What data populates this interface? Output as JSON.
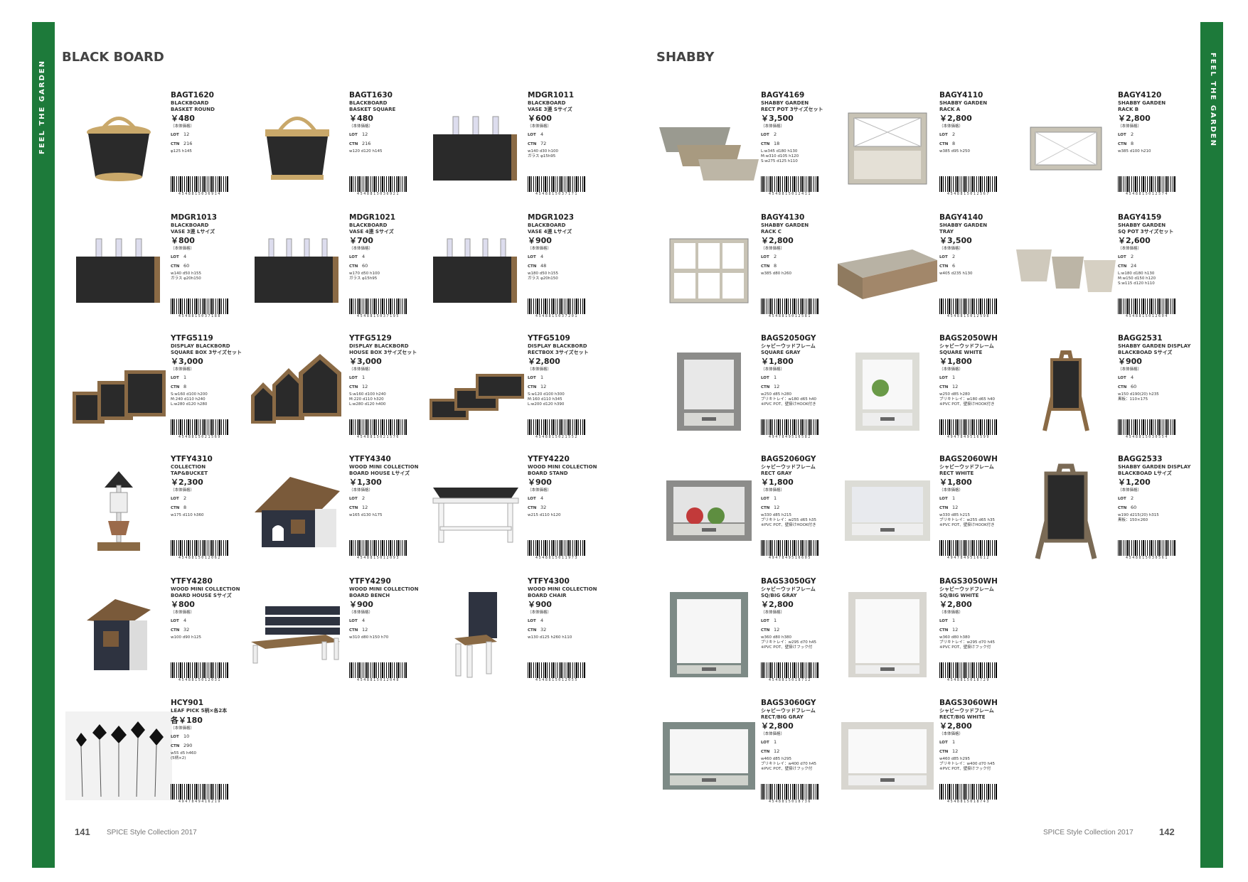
{
  "left_page": {
    "side_label": "FEEL THE GARDEN",
    "section_title": "BLACK BOARD",
    "page_number": "141",
    "publication": "SPICE Style Collection 2017"
  },
  "right_page": {
    "side_label": "FEEL THE GARDEN",
    "section_title": "SHABBY",
    "page_number": "142",
    "publication": "SPICE Style Collection 2017"
  },
  "labels": {
    "tax": "（本体価格）",
    "lot": "LOT",
    "ctn": "CTN"
  },
  "products": [
    {
      "code": "BAGT1620",
      "name": "BLACKBOARD\nBASKET ROUND",
      "price": "￥480",
      "lot": "12",
      "ctn": "216",
      "size": "φ125 h145",
      "barcode": "4548815036914",
      "img": "basket-round"
    },
    {
      "code": "BAGT1630",
      "name": "BLACKBOARD\nBASKET SQUARE",
      "price": "￥480",
      "lot": "12",
      "ctn": "216",
      "size": "w120 d120 h145",
      "barcode": "4548815036921",
      "img": "basket-square"
    },
    {
      "code": "MDGR1011",
      "name": "BLACKBOARD\nVASE 3連 Sサイズ",
      "price": "￥600",
      "lot": "4",
      "ctn": "72",
      "size": "w140 d30 h100\nガラス φ15h95",
      "barcode": "4548815037171",
      "img": "vase3"
    },
    {
      "code": "MDGR1013",
      "name": "BLACKBOARD\nVASE 3連 Lサイズ",
      "price": "￥800",
      "lot": "4",
      "ctn": "60",
      "size": "w140 d50 h155\nガラス φ20h150",
      "barcode": "4548815037188",
      "img": "vase3"
    },
    {
      "code": "MDGR1021",
      "name": "BLACKBOARD\nVASE 4連 Sサイズ",
      "price": "￥700",
      "lot": "4",
      "ctn": "60",
      "size": "w170 d50 h100\nガラス φ15h95",
      "barcode": "4548815037195",
      "img": "vase4"
    },
    {
      "code": "MDGR1023",
      "name": "BLACKBOARD\nVASE 4連 Lサイズ",
      "price": "￥900",
      "lot": "4",
      "ctn": "48",
      "size": "w180 d50 h155\nガラス φ20h150",
      "barcode": "4548815037201",
      "img": "vase4"
    },
    {
      "code": "YTFG5119",
      "name": "DISPLAY BLACKBORD\nSQUARE BOX 3サイズセット",
      "price": "￥3,000",
      "lot": "1",
      "ctn": "8",
      "size": "S:w160 d100 h200\nM:240 d110 h240\nL:w280 d120 h280",
      "barcode": "4548815021569",
      "img": "box-set"
    },
    {
      "code": "YTFG5129",
      "name": "DISPLAY BLACKBORD\nHOUSE BOX 3サイズセット",
      "price": "￥3,000",
      "lot": "1",
      "ctn": "12",
      "size": "S:w160 d100 h240\nM:220 d110 h320\nL:w280 d120 h400",
      "barcode": "4548815021576",
      "img": "house-set"
    },
    {
      "code": "YTFG5109",
      "name": "DISPLAY BLACKBORD\nRECTBOX 3サイズセット",
      "price": "￥2,800",
      "lot": "1",
      "ctn": "12",
      "size": "S:w120 d100 h300\nM:160 d110 h345\nL:w200 d120 h390",
      "barcode": "4548815021552",
      "img": "rect-set"
    },
    {
      "code": "YTFY4310",
      "name": "COLLECTION\nTAP&BUCKET",
      "price": "￥2,300",
      "lot": "2",
      "ctn": "8",
      "size": "w175 d110 h360",
      "barcode": "4548815012062",
      "img": "tap"
    },
    {
      "code": "YTFY4340",
      "name": "WOOD MINI COLLECTION\nBOARD HOUSE Lサイズ",
      "price": "￥1,300",
      "lot": "2",
      "ctn": "12",
      "size": "w165 d130 h175",
      "barcode": "4548815012093",
      "img": "house"
    },
    {
      "code": "YTFY4220",
      "name": "WOOD MINI COLLECTION\nBOARD STAND",
      "price": "￥900",
      "lot": "4",
      "ctn": "32",
      "size": "w215 d110 h120",
      "barcode": "4548815011973",
      "img": "stand"
    },
    {
      "code": "YTFY4280",
      "name": "WOOD MINI COLLECTION\nBOARD HOUSE Sサイズ",
      "price": "￥800",
      "lot": "4",
      "ctn": "32",
      "size": "w100 d90 h125",
      "barcode": "4548815012031",
      "img": "house-small"
    },
    {
      "code": "YTFY4290",
      "name": "WOOD MINI COLLECTION\nBOARD BENCH",
      "price": "￥900",
      "lot": "4",
      "ctn": "12",
      "size": "w310 d80 h150 h70",
      "barcode": "4548815012048",
      "img": "bench"
    },
    {
      "code": "YTFY4300",
      "name": "WOOD MINI COLLECTION\nBOARD CHAIR",
      "price": "￥900",
      "lot": "4",
      "ctn": "32",
      "size": "w130 d125 h260 h110",
      "barcode": "4548815012055",
      "img": "chair"
    },
    {
      "code": "HCY901",
      "name": "LEAF PICK 5柄×各2本",
      "price": "各￥180",
      "lot": "10",
      "ctn": "290",
      "size": "w55 d5 h460\n(5柄×2)",
      "barcode": "4947849416219",
      "img": "leaf"
    },
    {
      "code": "BAGY4169",
      "name": "SHABBY GARDEN\nRECT POT 3サイズセット",
      "price": "￥3,500",
      "lot": "2",
      "ctn": "18",
      "size": "L:w345 d180 h130\nM:w310 d105 h120\nS:w275 d125 h110",
      "barcode": "4548815012411",
      "img": "pot-set"
    },
    {
      "code": "BAGY4110",
      "name": "SHABBY GARDEN\nRACK A",
      "price": "￥2,800",
      "lot": "2",
      "ctn": "8",
      "size": "w385 d95 h250",
      "barcode": "4548815012567",
      "img": "rack-a"
    },
    {
      "code": "BAGY4120",
      "name": "SHABBY GARDEN\nRACK B",
      "price": "￥2,800",
      "lot": "2",
      "ctn": "8",
      "size": "w385 d100 h210",
      "barcode": "4548815012574",
      "img": "rack-b"
    },
    {
      "code": "BAGY4130",
      "name": "SHABBY GARDEN\nRACK C",
      "price": "￥2,800",
      "lot": "2",
      "ctn": "8",
      "size": "w385 d80 h260",
      "barcode": "4548815012581",
      "img": "rack-c"
    },
    {
      "code": "BAGY4140",
      "name": "SHABBY GARDEN\nTRAY",
      "price": "￥3,500",
      "lot": "2",
      "ctn": "6",
      "size": "w405 d235 h130",
      "barcode": "4548815012598",
      "img": "tray"
    },
    {
      "code": "BAGY4159",
      "name": "SHABBY GARDEN\nSQ POT 3サイズセット",
      "price": "￥2,600",
      "lot": "2",
      "ctn": "24",
      "size": "L:w180 d180 h130\nM:w150 d150 h120\nS:w115 d120 h110",
      "barcode": "4548815012604",
      "img": "sqpot-set"
    },
    {
      "code": "BAGS2050GY",
      "name": "シャビーウッドフレーム\nSQUARE GRAY",
      "price": "￥1,800",
      "lot": "1",
      "ctn": "12",
      "size": "w250 d85 h280\nブリキトレイ：w180 d65 h40\n※PVC POT、壁掛けHOOK付き",
      "barcode": "4947849516582",
      "img": "frame-sq-gray"
    },
    {
      "code": "BAGS2050WH",
      "name": "シャビーウッドフレーム\nSQUARE WHITE",
      "price": "￥1,800",
      "lot": "1",
      "ctn": "12",
      "size": "w250 d85 h280\nブリキトレイ：w180 d65 h40\n※PVC POT、壁掛けHOOK付き",
      "barcode": "4947849516599",
      "img": "frame-sq-white"
    },
    {
      "code": "BAGG2531",
      "name": "SHABBY GARDEN DISPLAY\nBLACKBOAD Sサイズ",
      "price": "￥900",
      "lot": "4",
      "ctn": "60",
      "size": "w150 d190(20) h235\n黒板：110×175",
      "barcode": "4548815030554",
      "img": "a-board"
    },
    {
      "code": "BAGS2060GY",
      "name": "シャビーウッドフレーム\nRECT GRAY",
      "price": "￥1,800",
      "lot": "1",
      "ctn": "12",
      "size": "w330 d85 h215\nブリキトレイ：w255 d65 h35\n※PVC POT、壁掛けHOOK付き",
      "barcode": "4947849516605",
      "img": "frame-rect-gray"
    },
    {
      "code": "BAGS2060WH",
      "name": "シャビーウッドフレーム\nRECT WHITE",
      "price": "￥1,800",
      "lot": "1",
      "ctn": "12",
      "size": "w330 d85 h215\nブリキトレイ：w255 d65 h35\n※PVC POT、壁掛けHOOK付き",
      "barcode": "4947849516612",
      "img": "frame-rect-white"
    },
    {
      "code": "BAGG2533",
      "name": "SHABBY GARDEN DISPLAY\nBLACKBOAD Lサイズ",
      "price": "￥1,200",
      "lot": "2",
      "ctn": "60",
      "size": "w190 d215(20) h315\n黒板：150×260",
      "barcode": "4548815030561",
      "img": "a-board-l"
    },
    {
      "code": "BAGS3050GY",
      "name": "シャビーウッドフレーム\nSQ/BIG GRAY",
      "price": "￥2,800",
      "lot": "1",
      "ctn": "12",
      "size": "w360 d80 h380\nブリキトレイ：w295 d70 h45\n※PVC POT、壁掛けフック付",
      "barcode": "4548815018712",
      "img": "big-sq-gray"
    },
    {
      "code": "BAGS3050WH",
      "name": "シャビーウッドフレーム\nSQ/BIG WHITE",
      "price": "￥2,800",
      "lot": "1",
      "ctn": "12",
      "size": "w360 d80 h380\nブリキトレイ：w295 d70 h45\n※PVC POT、壁掛けフック付",
      "barcode": "4548815018729",
      "img": "big-sq-white"
    },
    {
      "code": "BAGS3060GY",
      "name": "シャビーウッドフレーム\nRECT/BIG GRAY",
      "price": "￥2,800",
      "lot": "1",
      "ctn": "12",
      "size": "w460 d85 h295\nブリキトレイ：w400 d70 h45\n※PVC POT、壁掛けフック付",
      "barcode": "4548815018736",
      "img": "big-rect-gray"
    },
    {
      "code": "BAGS3060WH",
      "name": "シャビーウッドフレーム\nRECT/BIG WHITE",
      "price": "￥2,800",
      "lot": "1",
      "ctn": "12",
      "size": "w460 d85 h295\nブリキトレイ：w400 d70 h45\n※PVC POT、壁掛けフック付",
      "barcode": "4548815018743",
      "img": "big-rect-white"
    }
  ]
}
